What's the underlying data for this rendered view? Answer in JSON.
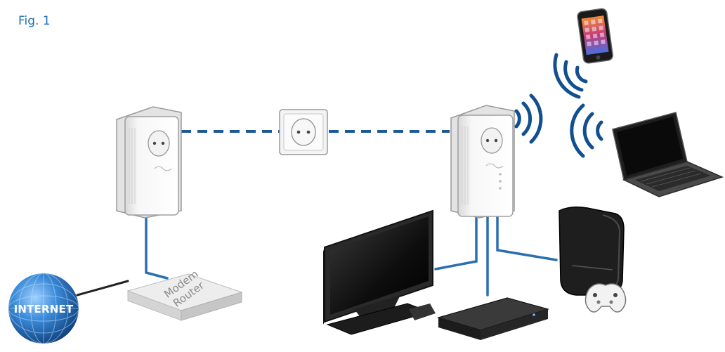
{
  "figure": {
    "label": "Fig. 1",
    "internet_label": "INTERNET",
    "modem_label_line1": "Modem",
    "modem_label_line2": "Router"
  },
  "colors": {
    "link": "#1b5a9a",
    "cable": "#2a6fb0",
    "wifi": "#124f8f",
    "globe": "#2e7fd0",
    "accent_text": "#1f6fb8"
  }
}
